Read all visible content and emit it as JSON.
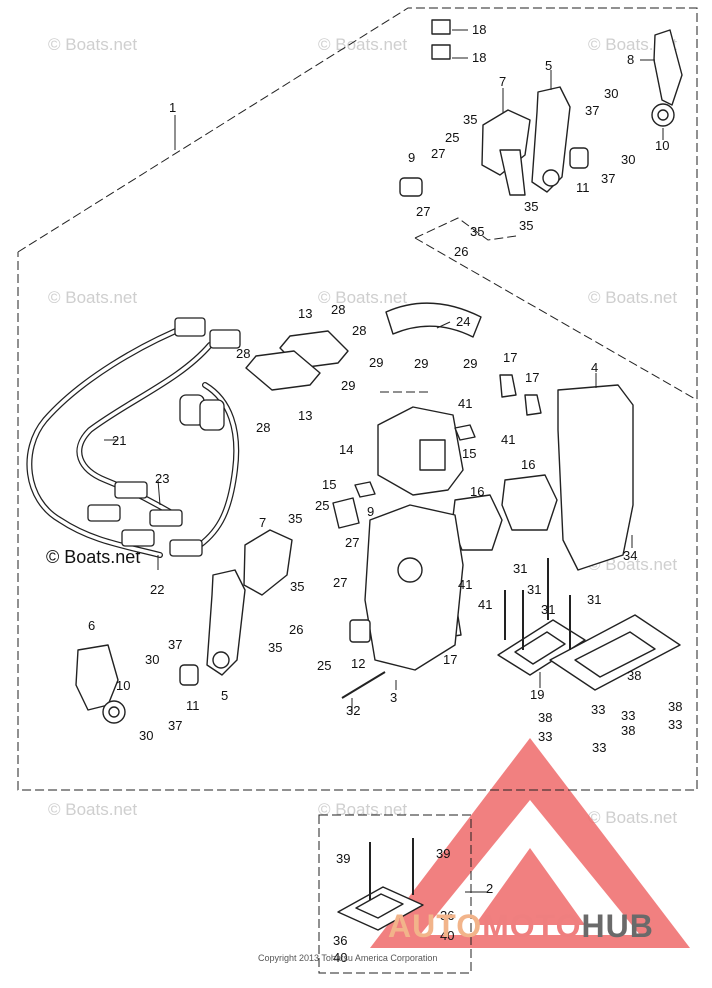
{
  "watermarks": [
    "© Boats.net",
    "© Boats.net",
    "© Boats.net",
    "© Boats.net",
    "© Boats.net",
    "© Boats.net",
    "© Boats.net",
    "© Boats.net",
    "© Boats.net",
    "© Boats.net"
  ],
  "watermark_strong": "© Boats.net",
  "copyright": "Copyright 2013 Tohatsu America Corporation",
  "logo": {
    "part_a": "AUTO",
    "part_b": "MOTO",
    "part_c": "HUB",
    "triangle_color": "#ef6a6a"
  },
  "callouts": {
    "c1": "1",
    "c2": "2",
    "c3": "3",
    "c4": "4",
    "c5a": "5",
    "c5b": "5",
    "c6": "6",
    "c7a": "7",
    "c7b": "7",
    "c8": "8",
    "c9a": "9",
    "c9b": "9",
    "c10a": "10",
    "c10b": "10",
    "c11a": "11",
    "c11b": "11",
    "c12": "12",
    "c13a": "13",
    "c13b": "13",
    "c14": "14",
    "c15a": "15",
    "c15b": "15",
    "c16a": "16",
    "c16b": "16",
    "c17a": "17",
    "c17b": "17",
    "c17c": "17",
    "c18a": "18",
    "c18b": "18",
    "c19": "19",
    "c21": "21",
    "c22": "22",
    "c23": "23",
    "c24": "24",
    "c25a": "25",
    "c25b": "25",
    "c25c": "25",
    "c26a": "26",
    "c26b": "26",
    "c27a": "27",
    "c27b": "27",
    "c27c": "27",
    "c27d": "27",
    "c28a": "28",
    "c28b": "28",
    "c28c": "28",
    "c28d": "28",
    "c29a": "29",
    "c29b": "29",
    "c29c": "29",
    "c29d": "29",
    "c30a": "30",
    "c30b": "30",
    "c30c": "30",
    "c30d": "30",
    "c31a": "31",
    "c31b": "31",
    "c31c": "31",
    "c31d": "31",
    "c32": "32",
    "c33a": "33",
    "c33b": "33",
    "c33c": "33",
    "c33d": "33",
    "c33e": "33",
    "c34": "34",
    "c35a": "35",
    "c35b": "35",
    "c35c": "35",
    "c35d": "35",
    "c35e": "35",
    "c35f": "35",
    "c35g": "35",
    "c36a": "36",
    "c36b": "36",
    "c37a": "37",
    "c37b": "37",
    "c37c": "37",
    "c37d": "37",
    "c38a": "38",
    "c38b": "38",
    "c38c": "38",
    "c38d": "38",
    "c39a": "39",
    "c39b": "39",
    "c40a": "40",
    "c40b": "40",
    "c41a": "41",
    "c41b": "41",
    "c41c": "41",
    "c41d": "41"
  }
}
